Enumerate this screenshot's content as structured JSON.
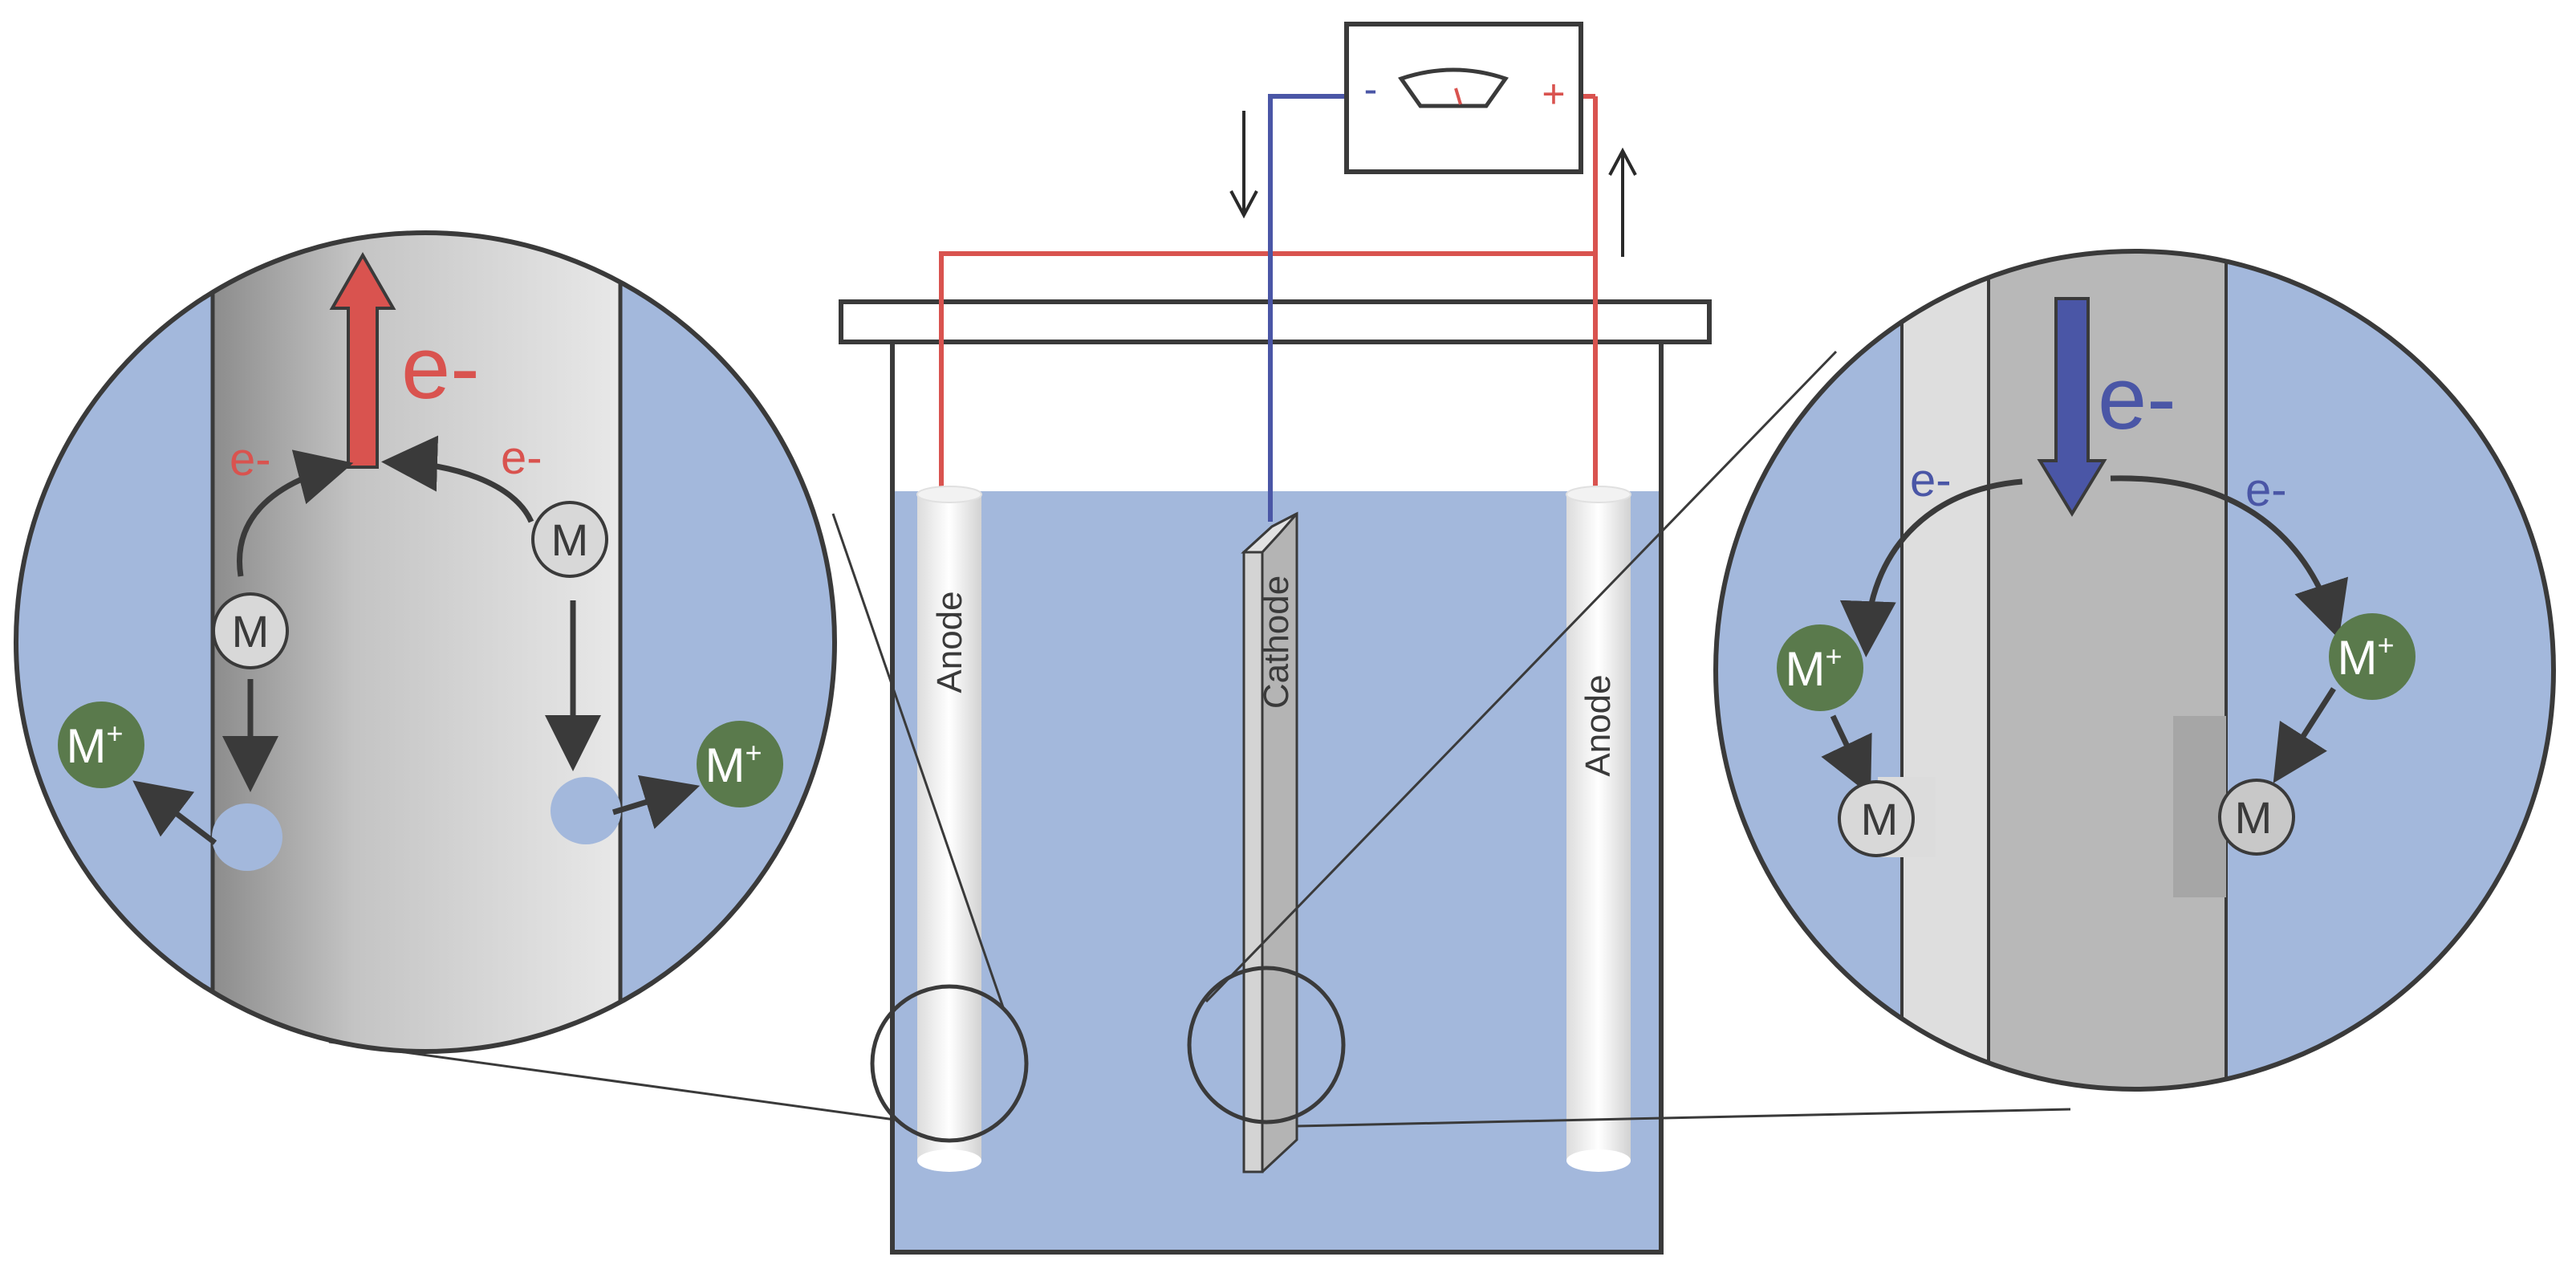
{
  "labels": {
    "anode_left": "Anode",
    "cathode": "Cathode",
    "anode_right": "Anode",
    "meter_minus": "-",
    "meter_plus": "+"
  },
  "anode_zoom": {
    "electron_big": "e-",
    "electron_left": "e-",
    "electron_right": "e-",
    "metal_left": "M",
    "metal_right": "M",
    "ion_left": "M",
    "ion_right": "M",
    "ion_charge": "+"
  },
  "cathode_zoom": {
    "electron_big": "e-",
    "electron_left": "e-",
    "electron_right": "e-",
    "ion_left": "M",
    "ion_right": "M",
    "ion_charge": "+",
    "metal_left": "M",
    "metal_right": "M"
  },
  "colors": {
    "red_wire": "#d9534f",
    "blue_wire": "#4a56a6",
    "electrolyte": "#a3b8dc",
    "ion_green": "#5a7a4c",
    "outline": "#3a3a3a"
  }
}
